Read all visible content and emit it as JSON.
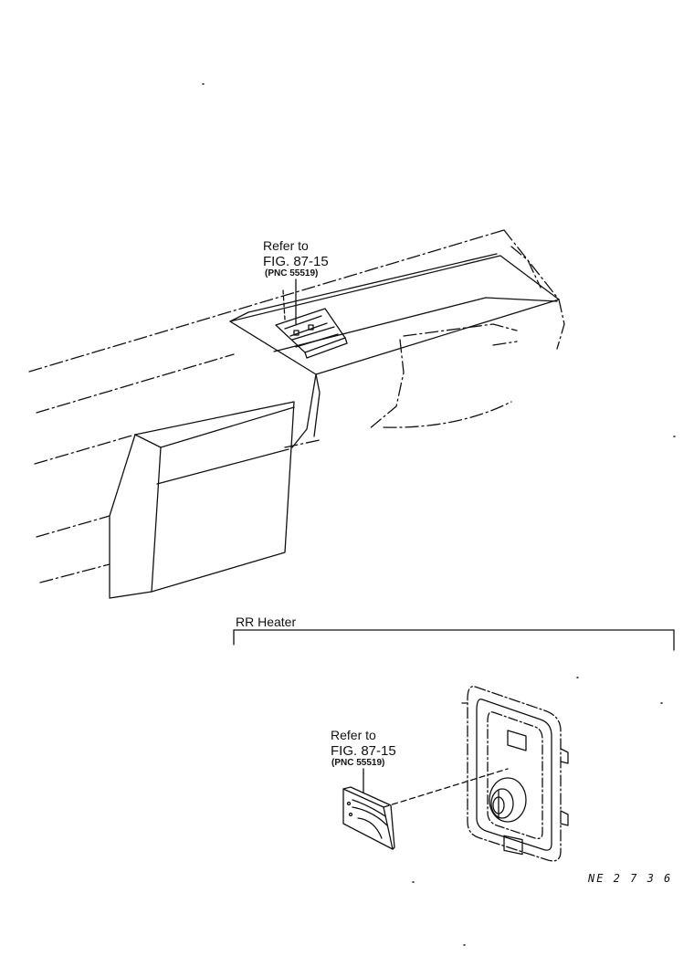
{
  "diagram": {
    "callout_top": {
      "line1": "Refer to",
      "line2": "FIG. 87-15",
      "line3": "(PNC 55519)"
    },
    "section_label": "RR  Heater",
    "callout_rr": {
      "line1": "Refer to",
      "line2": "FIG. 87-15",
      "line3": "(PNC 55519)"
    },
    "drawing_code": "NE 2 7 3 6"
  }
}
